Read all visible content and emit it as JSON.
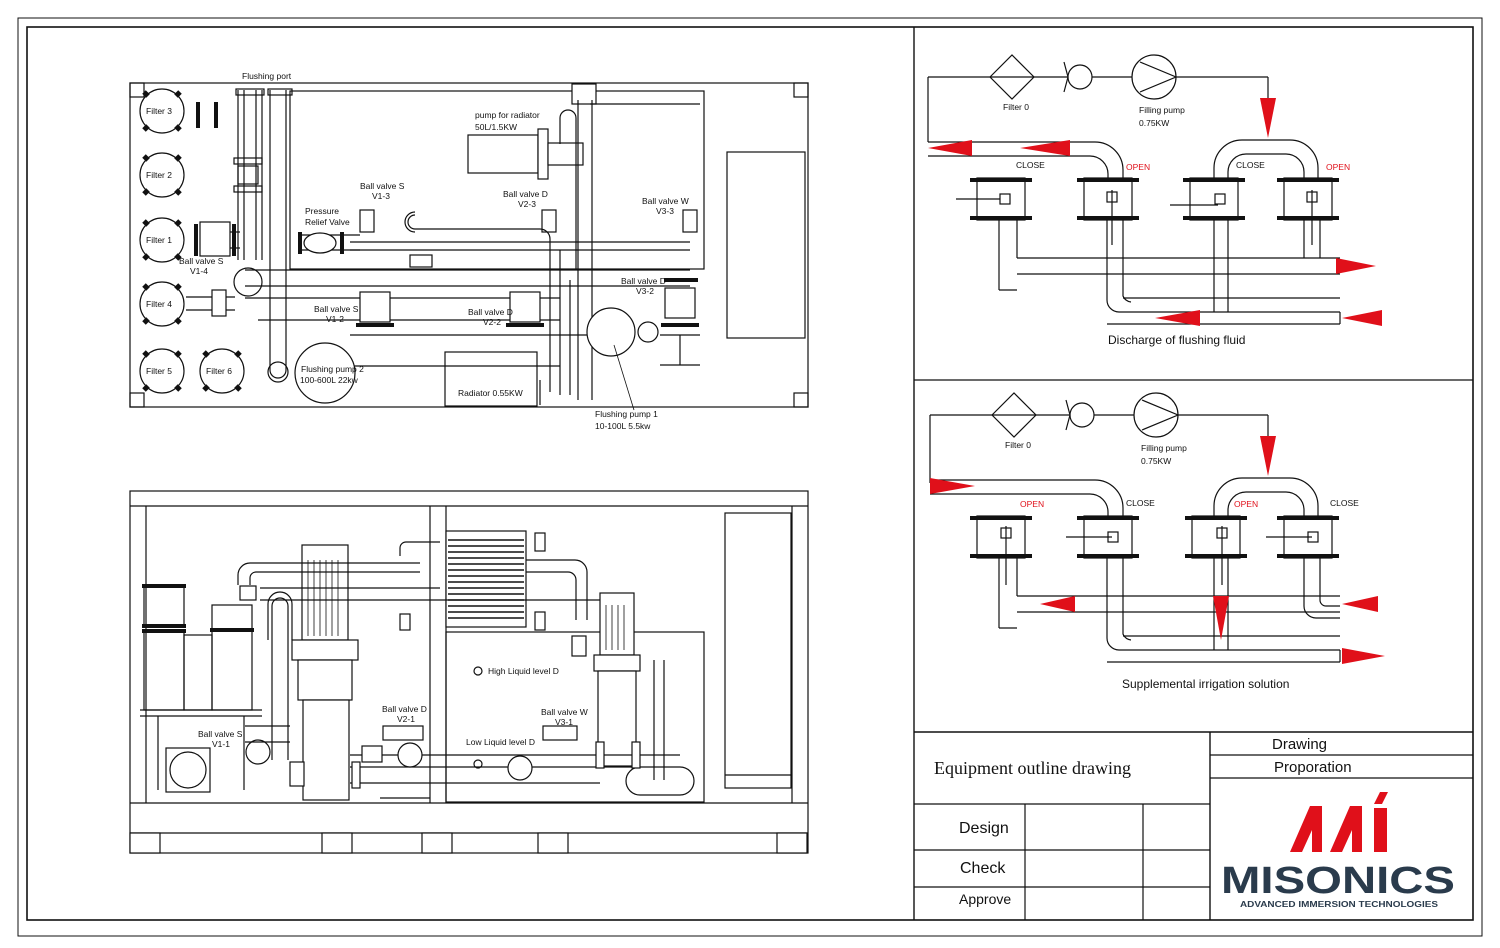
{
  "plan_view": {
    "flushing_port": "Flushing port",
    "filters": [
      "Filter 3",
      "Filter 2",
      "Filter 1",
      "Filter 4",
      "Filter 5",
      "Filter 6"
    ],
    "pump_for_radiator": [
      "pump for radiator",
      "50L/1.5KW"
    ],
    "ball_valve_s_v1_3": [
      "Ball valve S",
      "V1-3"
    ],
    "ball_valve_d_v2_3": [
      "Ball valve D",
      "V2-3"
    ],
    "ball_valve_w_v3_3": [
      "Ball valve W",
      "V3-3"
    ],
    "pressure_relief": [
      "Pressure",
      "Relief Valve"
    ],
    "ball_valve_s_v1_4": [
      "Ball valve S",
      "V1-4"
    ],
    "ball_valve_s_v1_2": [
      "Ball valve S",
      "V1-2"
    ],
    "ball_valve_d_v2_2": [
      "Ball valve D",
      "V2-2"
    ],
    "ball_valve_d_v3_2": [
      "Ball valve D",
      "V3-2"
    ],
    "flushing_pump_2": [
      "Flushing pump 2",
      "100-600L  22kw"
    ],
    "radiator": "Radiator 0.55KW",
    "flushing_pump_1": [
      "Flushing pump 1",
      "10-100L  5.5kw"
    ]
  },
  "elevation_view": {
    "ball_valve_s_v1_1": [
      "Ball valve S",
      "V1-1"
    ],
    "ball_valve_d_v2_1": [
      "Ball valve D",
      "V2-1"
    ],
    "ball_valve_w_v3_1": [
      "Ball valve W",
      "V3-1"
    ],
    "high_level": "High Liquid level D",
    "low_level": "Low Liquid level D"
  },
  "schematic_top": {
    "filter": "Filter 0",
    "filling_pump": [
      "Filling pump",
      "0.75KW"
    ],
    "states": [
      "CLOSE",
      "OPEN",
      "CLOSE",
      "OPEN"
    ],
    "caption": "Discharge of flushing fluid"
  },
  "schematic_bottom": {
    "filter": "Filter 0",
    "filling_pump": [
      "Filling pump",
      "0.75KW"
    ],
    "states": [
      "OPEN",
      "CLOSE",
      "OPEN",
      "CLOSE"
    ],
    "caption": "Supplemental irrigation solution"
  },
  "title_block": {
    "title": "Equipment outline drawing",
    "drawing": "Drawing",
    "proporation": "Proporation",
    "design": "Design",
    "check": "Check",
    "approve": "Approve"
  },
  "logo": {
    "name": "MISONICS",
    "tagline": "ADVANCED IMMERSION TECHNOLOGIES"
  },
  "colors": {
    "accent": "#e0101a",
    "logo_text": "#2a3b4c"
  }
}
